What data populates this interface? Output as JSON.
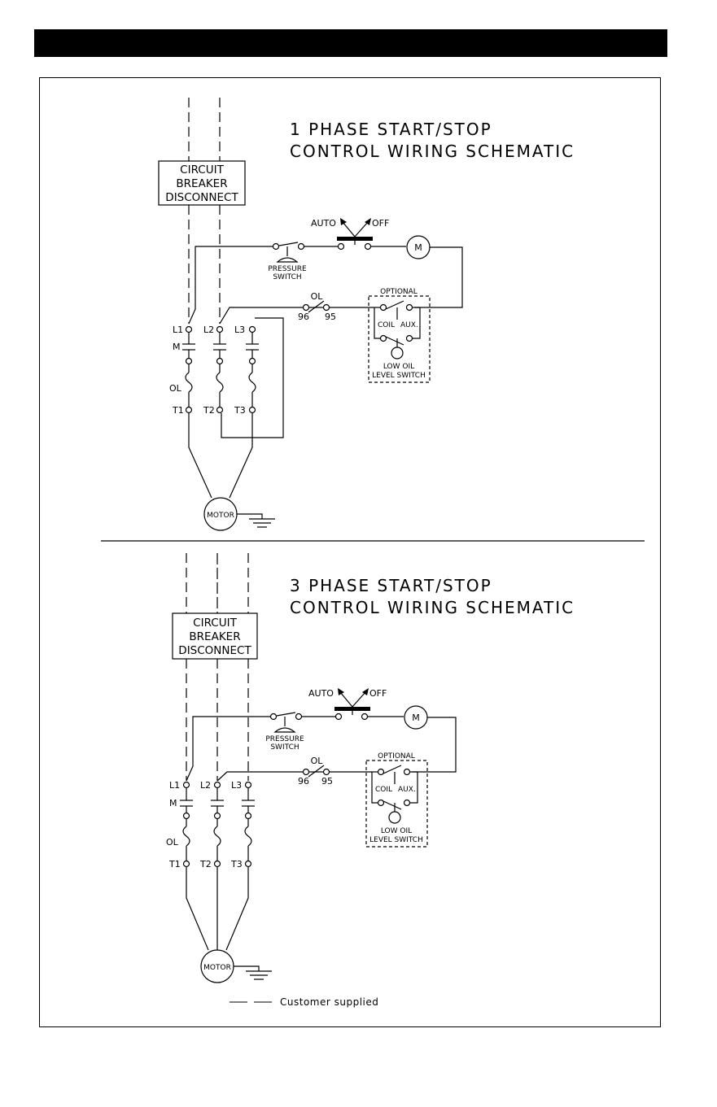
{
  "schematic_1": {
    "title_line1": "1 PHASE START/STOP",
    "title_line2": "CONTROL WIRING SCHEMATIC",
    "breaker": [
      "CIRCUIT",
      "BREAKER",
      "DISCONNECT"
    ],
    "auto": "AUTO",
    "off": "OFF",
    "m": "M",
    "pressure_switch": [
      "PRESSURE",
      "SWITCH"
    ],
    "ol": "OL",
    "ol_96": "96",
    "ol_95": "95",
    "optional": "OPTIONAL",
    "coil": "COIL",
    "aux": "AUX.",
    "low_oil": [
      "LOW OIL",
      "LEVEL SWITCH"
    ],
    "l1": "L1",
    "l2": "L2",
    "l3": "L3",
    "m_label": "M",
    "ol_label": "OL",
    "t1": "T1",
    "t2": "T2",
    "t3": "T3",
    "motor": "MOTOR"
  },
  "schematic_3": {
    "title_line1": "3 PHASE START/STOP",
    "title_line2": "CONTROL WIRING SCHEMATIC",
    "breaker": [
      "CIRCUIT",
      "BREAKER",
      "DISCONNECT"
    ],
    "auto": "AUTO",
    "off": "OFF",
    "m": "M",
    "pressure_switch": [
      "PRESSURE",
      "SWITCH"
    ],
    "ol": "OL",
    "ol_96": "96",
    "ol_95": "95",
    "optional": "OPTIONAL",
    "coil": "COIL",
    "aux": "AUX.",
    "low_oil": [
      "LOW OIL",
      "LEVEL SWITCH"
    ],
    "l1": "L1",
    "l2": "L2",
    "l3": "L3",
    "m_label": "M",
    "ol_label": "OL",
    "t1": "T1",
    "t2": "T2",
    "t3": "T3",
    "motor": "MOTOR"
  },
  "legend": {
    "text": "Customer supplied"
  }
}
